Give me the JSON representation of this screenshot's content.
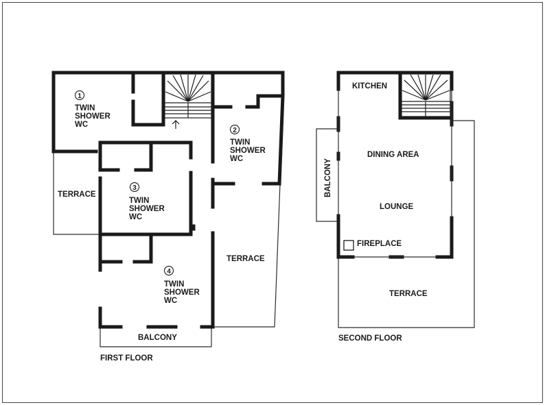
{
  "first_floor": {
    "caption": "FIRST FLOOR",
    "rooms": [
      {
        "number": "1",
        "lines": [
          "TWIN",
          "SHOWER",
          "WC"
        ]
      },
      {
        "number": "2",
        "lines": [
          "TWIN",
          "SHOWER",
          "WC"
        ]
      },
      {
        "number": "3",
        "lines": [
          "TWIN",
          "SHOWER",
          "WC"
        ]
      },
      {
        "number": "4",
        "lines": [
          "TWIN",
          "SHOWER",
          "WC"
        ]
      }
    ],
    "terrace_left": "TERRACE",
    "terrace_right": "TERRACE",
    "balcony": "BALCONY"
  },
  "second_floor": {
    "caption": "SECOND FLOOR",
    "kitchen": "KITCHEN",
    "dining": "DINING AREA",
    "lounge": "LOUNGE",
    "fireplace": "FIREPLACE",
    "balcony": "BALCONY",
    "terrace": "TERRACE"
  }
}
